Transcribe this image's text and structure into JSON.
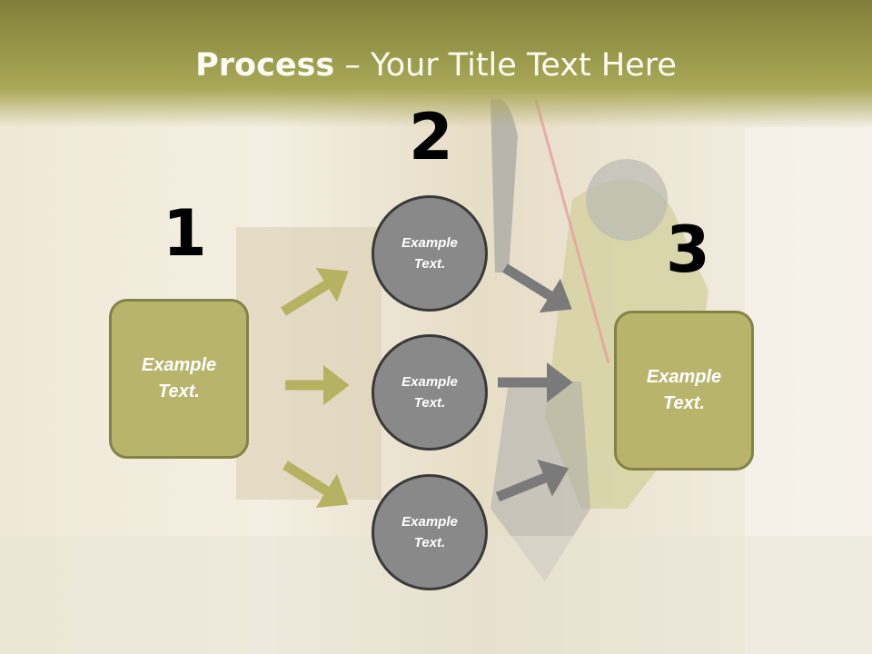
{
  "title": {
    "bold": "Process",
    "rest": " – Your Title Text Here"
  },
  "steps": [
    {
      "number": "1",
      "box": {
        "line1": "Example",
        "line2": "Text."
      }
    },
    {
      "number": "2",
      "circles": [
        {
          "line1": "Example",
          "line2": "Text."
        },
        {
          "line1": "Example",
          "line2": "Text."
        },
        {
          "line1": "Example",
          "line2": "Text."
        }
      ]
    },
    {
      "number": "3",
      "box": {
        "line1": "Example",
        "line2": "Text."
      }
    }
  ],
  "colors": {
    "header": "#9a9a4c",
    "box_fill": "#b8b46c",
    "circle_fill": "#898989",
    "arrow_left": "#b5b262",
    "arrow_right": "#7a7a7a"
  }
}
